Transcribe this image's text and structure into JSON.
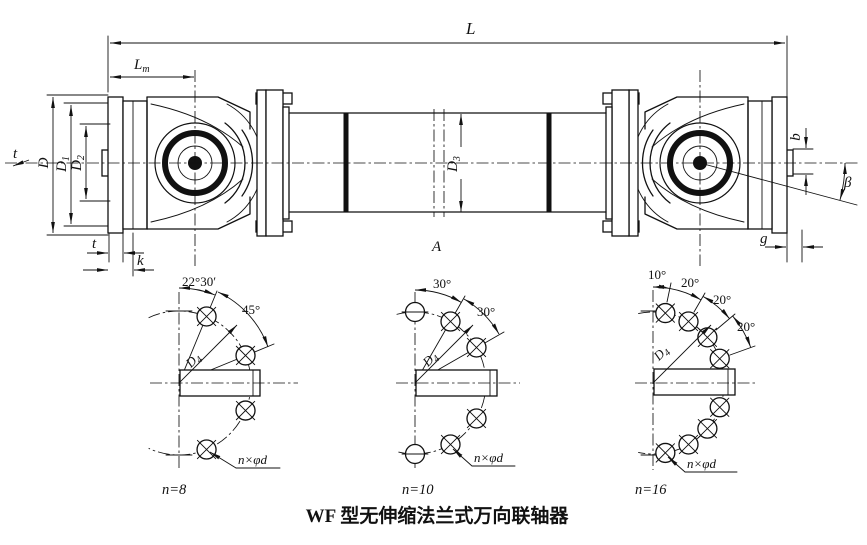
{
  "caption": "WF 型无伸缩法兰式万向联轴器",
  "colors": {
    "ink": "#111111",
    "paper": "#ffffff"
  },
  "main_view": {
    "length_overall": "L",
    "length_lm": {
      "base": "L",
      "sub": "m"
    },
    "dia_D": "D",
    "dia_D1": {
      "base": "D",
      "sub": "1"
    },
    "dia_D2": {
      "base": "D",
      "sub": "2"
    },
    "dia_D3": {
      "base": "D",
      "sub": "3"
    },
    "width_b": "b",
    "angle_beta": "β",
    "gap_g": "g",
    "thickness_t": "t",
    "thickness_t_ref": "t",
    "width_k": "k",
    "section_A": "A"
  },
  "end_views": [
    {
      "n_label": "n=8",
      "angle_labels": [
        "22°30′",
        "45°"
      ],
      "bolt_circle_dia": {
        "base": "D",
        "sub": "4"
      },
      "holes_note": "n×φd",
      "hole_angles_deg": [
        22.5,
        67.5,
        112.5,
        157.5
      ]
    },
    {
      "n_label": "n=10",
      "angle_labels": [
        "30°",
        "30°"
      ],
      "bolt_circle_dia": {
        "base": "D",
        "sub": "4"
      },
      "holes_note": "n×φd",
      "hole_angles_deg": [
        0,
        30,
        60,
        120,
        150,
        180
      ]
    },
    {
      "n_label": "n=16",
      "angle_labels": [
        "10°",
        "20°",
        "20°",
        "20°"
      ],
      "bolt_circle_dia": {
        "base": "D",
        "sub": "4"
      },
      "holes_note": "n×φd",
      "hole_angles_deg": [
        10,
        30,
        50,
        70,
        110,
        130,
        150,
        170
      ]
    }
  ]
}
